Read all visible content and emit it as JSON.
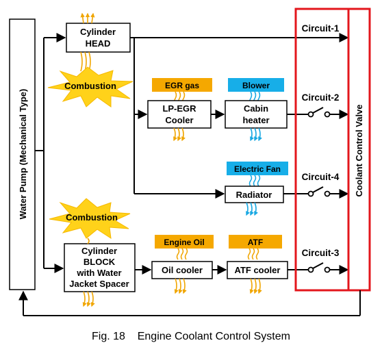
{
  "water_pump": {
    "label": "Water Pump (Mechanical Type)"
  },
  "components": {
    "cylinder_head": {
      "line1": "Cylinder",
      "line2": "HEAD"
    },
    "combustion_top": "Combustion",
    "combustion_bottom": "Combustion",
    "lp_egr_cooler": {
      "line1": "LP-EGR",
      "line2": "Cooler"
    },
    "cabin_heater": {
      "line1": "Cabin",
      "line2": "heater"
    },
    "radiator": "Radiator",
    "cylinder_block": {
      "line1": "Cylinder",
      "line2": "BLOCK",
      "line3": "with Water",
      "line4": "Jacket Spacer"
    },
    "oil_cooler": "Oil cooler",
    "atf_cooler": "ATF cooler"
  },
  "tags": {
    "egr_gas": "EGR gas",
    "blower": "Blower",
    "electric_fan": "Electric Fan",
    "engine_oil": "Engine Oil",
    "atf": "ATF"
  },
  "circuits": {
    "c1": "Circuit-1",
    "c2": "Circuit-2",
    "c4": "Circuit-4",
    "c3": "Circuit-3"
  },
  "valve": {
    "label": "Coolant Control Valve"
  },
  "caption": "Fig. 18    Engine Coolant Control System",
  "colors": {
    "heat": "#f0a500",
    "blower": "#17aee8",
    "tag_yellow": "#f5a800",
    "valve_outline": "#e3161c",
    "burst": "#ffd21a"
  }
}
